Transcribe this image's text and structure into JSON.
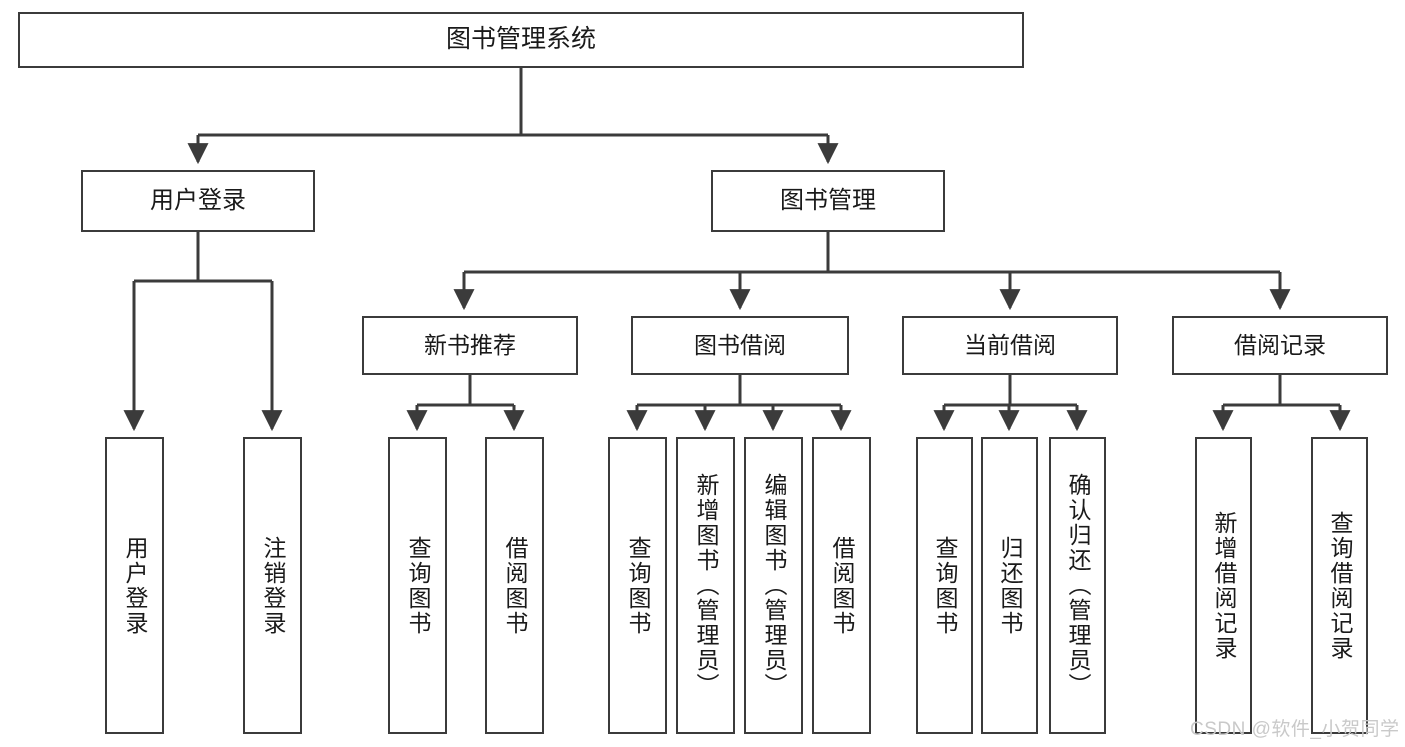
{
  "diagram": {
    "title": "图书管理系统",
    "type": "hierarchy-tree",
    "root": {
      "name": "root-node",
      "label": "图书管理系统"
    },
    "level2": [
      {
        "name": "user-login",
        "label": "用户登录"
      },
      {
        "name": "book-management",
        "label": "图书管理"
      }
    ],
    "level3": [
      {
        "name": "new-book-recommend",
        "label": "新书推荐"
      },
      {
        "name": "book-borrow",
        "label": "图书借阅"
      },
      {
        "name": "current-borrow",
        "label": "当前借阅"
      },
      {
        "name": "borrow-record",
        "label": "借阅记录"
      }
    ],
    "leaves": {
      "user_login": [
        {
          "name": "leaf-user-login",
          "label": "用户登录"
        },
        {
          "name": "leaf-logout-login",
          "label": "注销登录"
        }
      ],
      "new_book_recommend": [
        {
          "name": "leaf-query-book",
          "label": "查询图书"
        },
        {
          "name": "leaf-borrow-book",
          "label": "借阅图书"
        }
      ],
      "book_borrow": [
        {
          "name": "leaf-query-book",
          "label": "查询图书"
        },
        {
          "name": "leaf-add-book-admin",
          "label": "新增图书（管理员）"
        },
        {
          "name": "leaf-edit-book-admin",
          "label": "编辑图书（管理员）"
        },
        {
          "name": "leaf-borrow-book",
          "label": "借阅图书"
        }
      ],
      "current_borrow": [
        {
          "name": "leaf-query-book",
          "label": "查询图书"
        },
        {
          "name": "leaf-return-book",
          "label": "归还图书"
        },
        {
          "name": "leaf-confirm-return-admin",
          "label": "确认归还（管理员）"
        }
      ],
      "borrow_record": [
        {
          "name": "leaf-add-borrow-record",
          "label": "新增借阅记录"
        },
        {
          "name": "leaf-query-borrow-record",
          "label": "查询借阅记录"
        }
      ]
    }
  },
  "watermark": {
    "text": "CSDN @软件_小贺同学"
  },
  "colors": {
    "border": "#3b3b3b",
    "text": "#1a1a1a",
    "background": "#ffffff",
    "connector": "#3b3b3b",
    "watermark": "#c9c9c9"
  }
}
